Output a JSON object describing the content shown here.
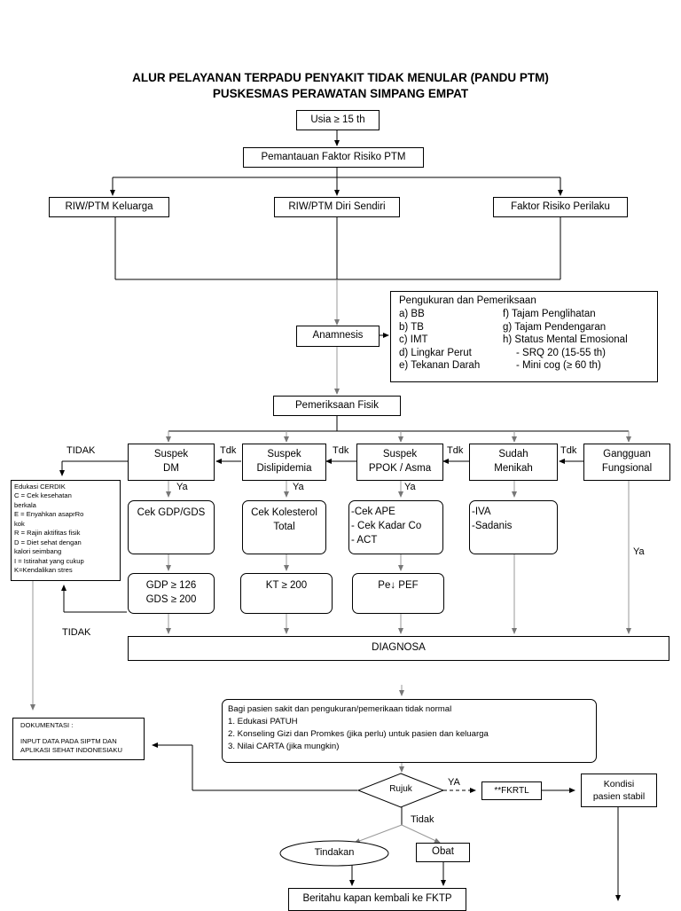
{
  "title": {
    "line1": "ALUR PELAYANAN  TERPADU PENYAKIT TIDAK MENULAR (PANDU PTM)",
    "line2": "PUSKESMAS PERAWATAN SIMPANG EMPAT"
  },
  "nodes": {
    "usia": "Usia ≥ 15 th",
    "pemantauan": "Pemantauan Faktor Risiko PTM",
    "riw_keluarga": "RIW/PTM Keluarga",
    "riw_diri": "RIW/PTM Diri Sendiri",
    "faktor_perilaku": "Faktor Risiko Perilaku",
    "anamnesis": "Anamnesis",
    "pemeriksaan_fisik": "Pemeriksaan Fisik",
    "suspek_dm": [
      "Suspek",
      "DM"
    ],
    "suspek_dislipidemia": [
      "Suspek",
      "Dislipidemia"
    ],
    "suspek_ppok": [
      "Suspek",
      "PPOK / Asma"
    ],
    "sudah_menikah": [
      "Sudah",
      "Menikah"
    ],
    "gangguan_fungsional": [
      "Gangguan",
      "Fungsional"
    ],
    "cek_gdp": "Cek GDP/GDS",
    "cek_kolesterol": [
      "Cek Kolesterol",
      "Total"
    ],
    "cek_ppok": [
      "-Cek APE",
      "- Cek Kadar Co",
      "- ACT"
    ],
    "cek_iva": [
      "-IVA",
      "-Sadanis"
    ],
    "gdp_result": [
      "GDP ≥ 126",
      "GDS ≥ 200"
    ],
    "kt_result": "KT ≥ 200",
    "pef_result": "Pe↓ PEF",
    "diagnosa": "DIAGNOSA",
    "rujuk": "Rujuk",
    "fkrtl": "**FKRTL",
    "kondisi": [
      "Kondisi",
      "pasien stabil"
    ],
    "tindakan": "Tindakan",
    "obat": "Obat",
    "beritahu": "Beritahu kapan kembali ke FKTP"
  },
  "pengukuran": {
    "title": "Pengukuran dan Pemeriksaan",
    "left": [
      "a)  BB",
      "b)  TB",
      "c)  IMT",
      "d)  Lingkar Perut",
      "e)  Tekanan Darah"
    ],
    "right": [
      "f) Tajam Penglihatan",
      "g) Tajam Pendengaran",
      "h) Status Mental Emosional",
      "- SRQ 20 (15-55 th)",
      "- Mini cog (≥ 60 th)"
    ]
  },
  "edukasi": [
    "Edukasi CERDIK",
    "C = Cek kesehatan",
    "berkala",
    "E = Enyahkan asaprRo",
    "kok",
    "R = Rajin aktifitas fisik",
    "D = Diet sehat dengan",
    "kalori seimbang",
    "I = Istirahat yang cukup",
    "K=Kendalikan stres"
  ],
  "dokumentasi": {
    "title": "DOKUMENTASI :",
    "line1": "INPUT DATA PADA SIPTM DAN",
    "line2": "APLIKASI SEHAT INDONESIAKU"
  },
  "bagi_pasien": [
    "Bagi pasien sakit dan pengukuran/pemerikaan tidak normal",
    "1. Edukasi PATUH",
    "2. Konseling Gizi dan Promkes (jika perlu) untuk pasien dan keluarga",
    "3. Nilai CARTA (jika mungkin)"
  ],
  "labels": {
    "tidak": "TIDAK",
    "tdk": "Tdk",
    "ya": "Ya",
    "ya_caps": "YA",
    "tidak_lower": "Tidak"
  }
}
